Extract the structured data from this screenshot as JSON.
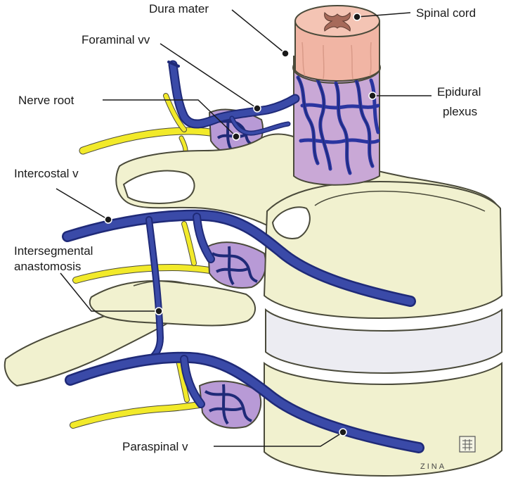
{
  "labels": {
    "dura_mater": "Dura mater",
    "spinal_cord": "Spinal cord",
    "foraminal_vv": "Foraminal vv",
    "nerve_root": "Nerve root",
    "epidural_plexus_line1": "Epidural",
    "epidural_plexus_line2": "plexus",
    "intercostal_v": "Intercostal v",
    "intersegmental_line1": "Intersegmental",
    "intersegmental_line2": "anastomosis",
    "paraspinal_v": "Paraspinal v"
  },
  "signature": "ZINA",
  "colors": {
    "bone": "#f1f1cf",
    "bone_shadow": "#d8d8a8",
    "outline": "#4a4a3a",
    "vein": "#3a4aa8",
    "vein_dark": "#1f2a78",
    "nerve": "#f2ea2a",
    "dura": "#c9a8d6",
    "plexus_bg": "#b89ad6",
    "cord": "#f1b5a4",
    "gray_matter": "#a66a5a",
    "disc": "#ececf2",
    "label_text": "#1a1a1a"
  }
}
